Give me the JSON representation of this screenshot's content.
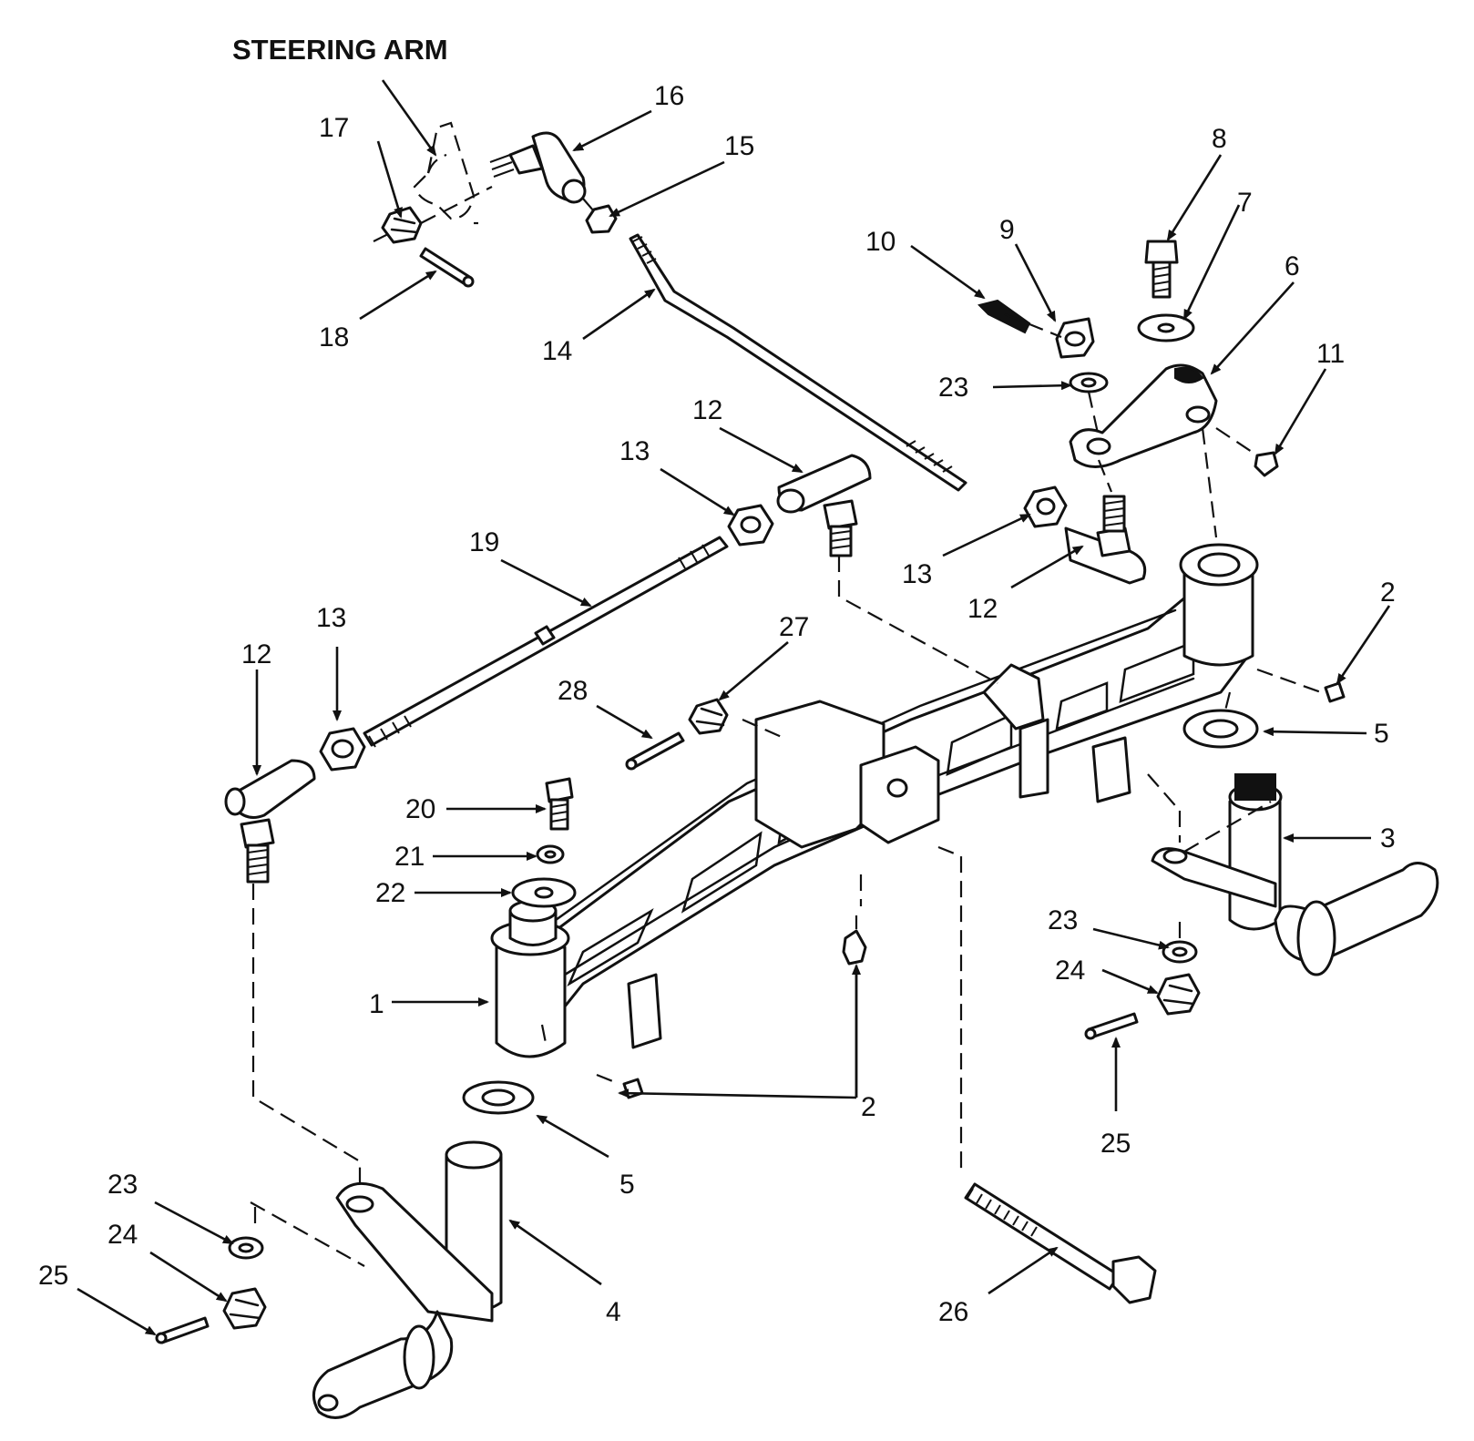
{
  "title": "STEERING ARM",
  "labels": {
    "l1": "1",
    "l2a": "2",
    "l2b": "2",
    "l3": "3",
    "l4": "4",
    "l5a": "5",
    "l5b": "5",
    "l6": "6",
    "l7": "7",
    "l8": "8",
    "l9": "9",
    "l10": "10",
    "l11": "11",
    "l12a": "12",
    "l12b": "12",
    "l12c": "12",
    "l13a": "13",
    "l13b": "13",
    "l13c": "13",
    "l14": "14",
    "l15": "15",
    "l16": "16",
    "l17": "17",
    "l18": "18",
    "l19": "19",
    "l20": "20",
    "l21": "21",
    "l22": "22",
    "l23a": "23",
    "l23b": "23",
    "l23c": "23",
    "l24a": "24",
    "l24b": "24",
    "l25a": "25",
    "l25b": "25",
    "l26": "26",
    "l27": "27",
    "l28": "28"
  }
}
